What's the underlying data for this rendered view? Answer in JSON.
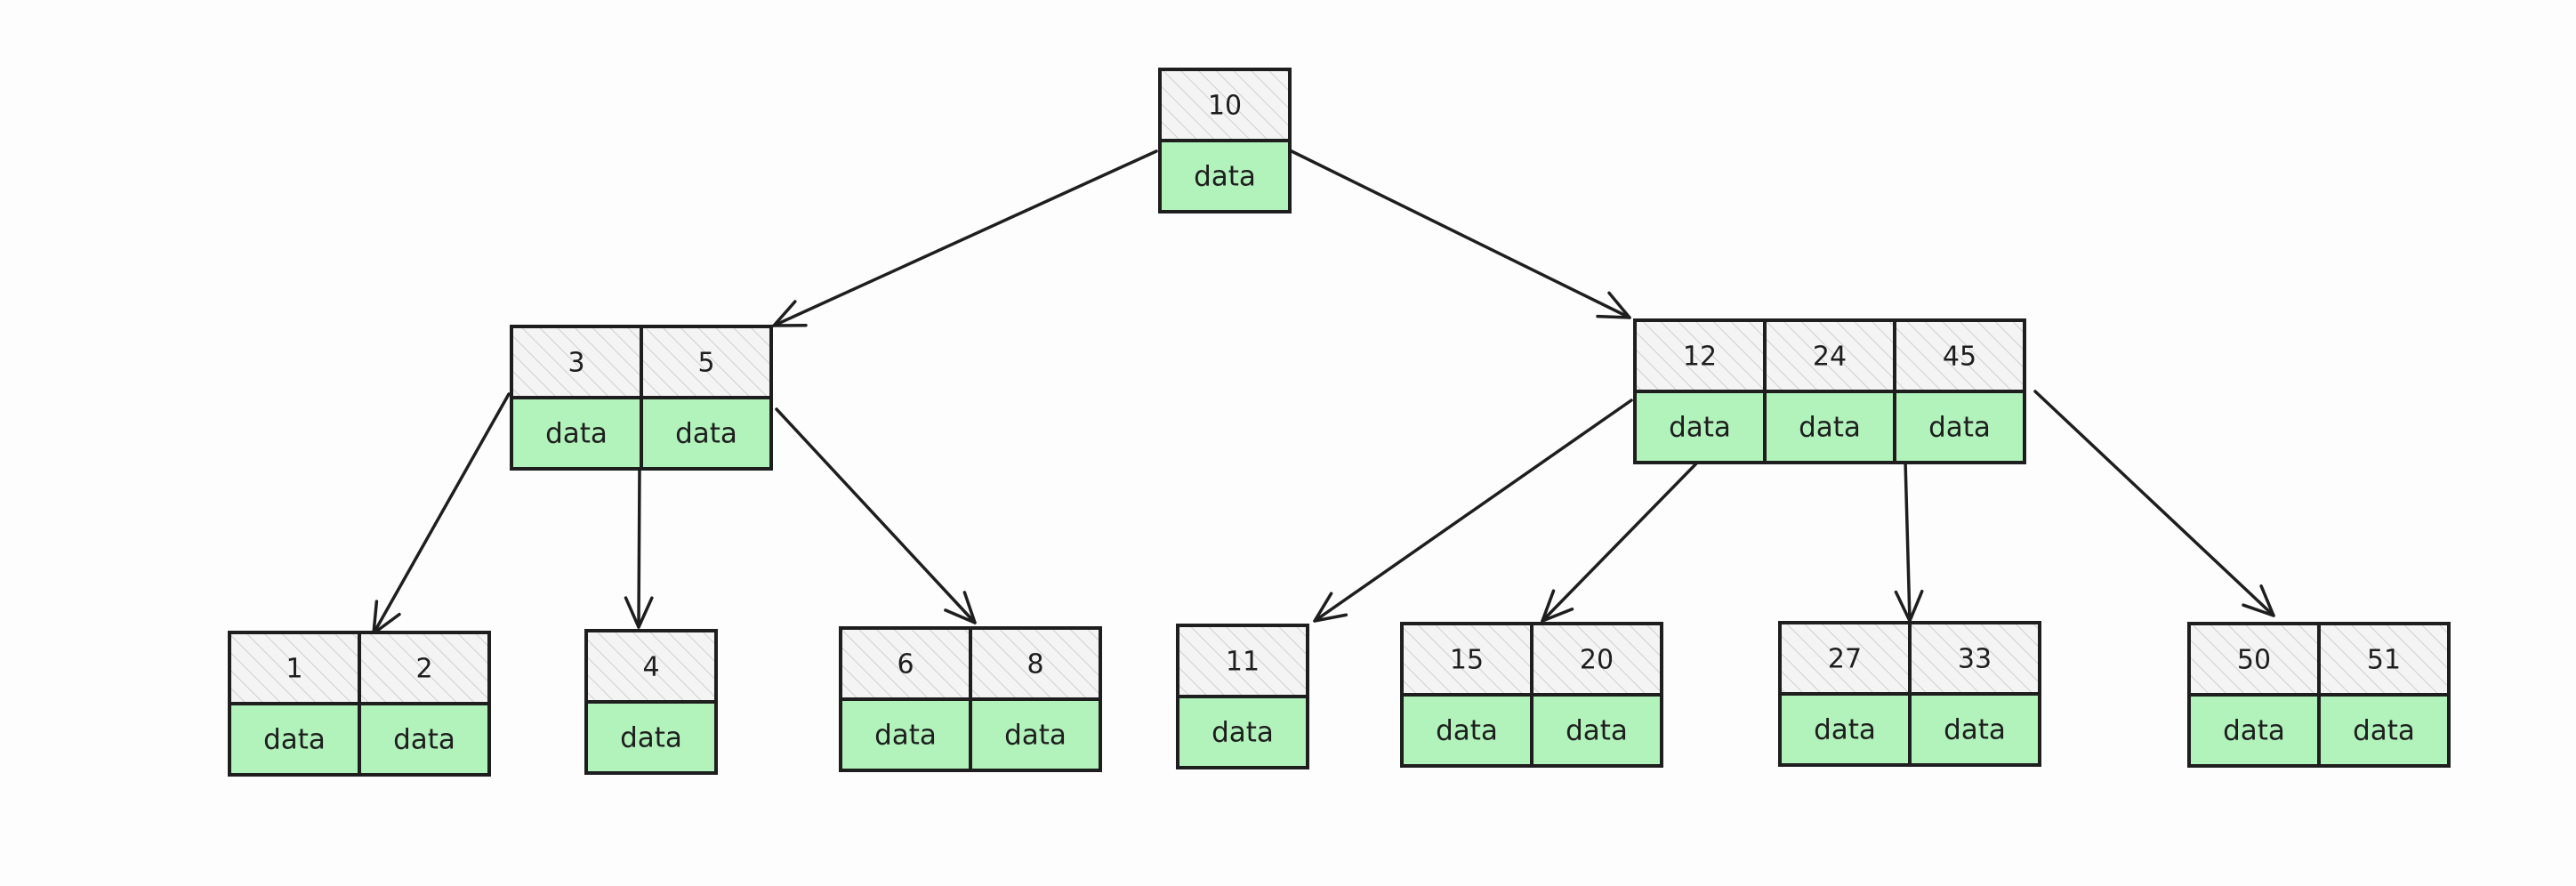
{
  "colors": {
    "background": "#fdfdfd",
    "stroke": "#1e1e1e",
    "data_fill": "#b2f2bb",
    "key_fill": "#f4f4f4",
    "hatch": "#cfcfcf"
  },
  "tree": {
    "nodes": [
      {
        "id": "root",
        "keys": [
          "10"
        ],
        "data": [
          "data"
        ]
      },
      {
        "id": "l1-left",
        "keys": [
          "3",
          "5"
        ],
        "data": [
          "data",
          "data"
        ]
      },
      {
        "id": "l1-right",
        "keys": [
          "12",
          "24",
          "45"
        ],
        "data": [
          "data",
          "data",
          "data"
        ]
      },
      {
        "id": "leaf-1-2",
        "keys": [
          "1",
          "2"
        ],
        "data": [
          "data",
          "data"
        ]
      },
      {
        "id": "leaf-4",
        "keys": [
          "4"
        ],
        "data": [
          "data"
        ]
      },
      {
        "id": "leaf-6-8",
        "keys": [
          "6",
          "8"
        ],
        "data": [
          "data",
          "data"
        ]
      },
      {
        "id": "leaf-11",
        "keys": [
          "11"
        ],
        "data": [
          "data"
        ]
      },
      {
        "id": "leaf-15-20",
        "keys": [
          "15",
          "20"
        ],
        "data": [
          "data",
          "data"
        ]
      },
      {
        "id": "leaf-27-33",
        "keys": [
          "27",
          "33"
        ],
        "data": [
          "data",
          "data"
        ]
      },
      {
        "id": "leaf-50-51",
        "keys": [
          "50",
          "51"
        ],
        "data": [
          "data",
          "data"
        ]
      }
    ],
    "edges": [
      {
        "from": "root",
        "to": "l1-left"
      },
      {
        "from": "root",
        "to": "l1-right"
      },
      {
        "from": "l1-left",
        "to": "leaf-1-2"
      },
      {
        "from": "l1-left",
        "to": "leaf-4"
      },
      {
        "from": "l1-left",
        "to": "leaf-6-8"
      },
      {
        "from": "l1-right",
        "to": "leaf-11"
      },
      {
        "from": "l1-right",
        "to": "leaf-15-20"
      },
      {
        "from": "l1-right",
        "to": "leaf-27-33"
      },
      {
        "from": "l1-right",
        "to": "leaf-50-51"
      }
    ]
  }
}
